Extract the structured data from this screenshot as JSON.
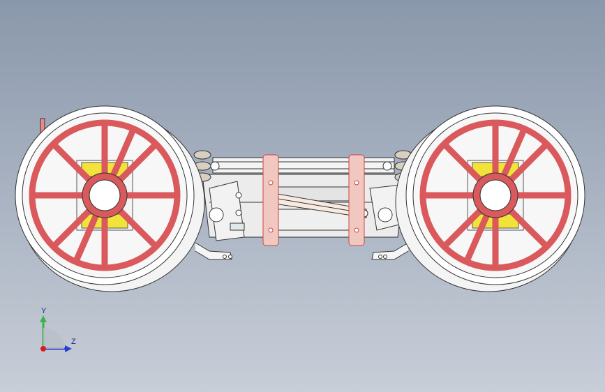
{
  "viewport": {
    "background_top": "#8a98ab",
    "background_bottom": "#c8ced8"
  },
  "model": {
    "wheel_color": "#d9595c",
    "tire_color": "#ffffff",
    "bearing_color": "#f2e33a",
    "frame_color": "#f0f0f0",
    "outline_color": "#333333",
    "wheels": [
      {
        "name": "left-wheel"
      },
      {
        "name": "right-wheel"
      }
    ]
  },
  "triad": {
    "y_label": "Y",
    "z_label": "Z",
    "y_color": "#3cb34a",
    "z_color": "#2a3fd0",
    "x_color": "#d22020"
  }
}
